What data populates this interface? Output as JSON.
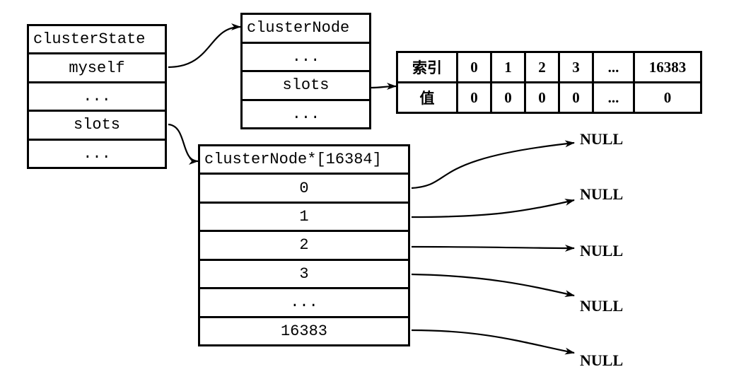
{
  "cluster_state": {
    "title": "clusterState",
    "fields": [
      "myself",
      "...",
      "slots",
      "..."
    ]
  },
  "cluster_node": {
    "title": "clusterNode",
    "fields": [
      "...",
      "slots",
      "..."
    ]
  },
  "slot_table": {
    "header_label": "索引",
    "value_label": "值",
    "indexes": [
      "0",
      "1",
      "2",
      "3",
      "...",
      "16383"
    ],
    "values": [
      "0",
      "0",
      "0",
      "0",
      "...",
      "0"
    ]
  },
  "slots_array": {
    "title": "clusterNode*[16384]",
    "entries": [
      "0",
      "1",
      "2",
      "3",
      "...",
      "16383"
    ]
  },
  "null_label": "NULL"
}
